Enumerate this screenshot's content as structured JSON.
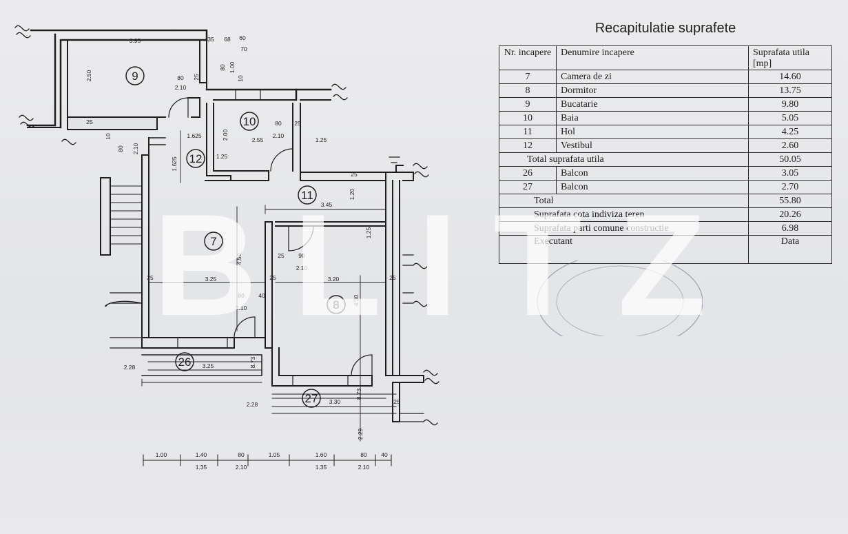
{
  "table": {
    "title": "Recapitulatie suprafete",
    "headers": {
      "nr": "Nr. incapere",
      "name": "Denumire incapere",
      "area": "Suprafata utila [mp]"
    },
    "rooms": [
      {
        "nr": "7",
        "name": "Camera de zi",
        "area": "14.60"
      },
      {
        "nr": "8",
        "name": "Dormitor",
        "area": "13.75"
      },
      {
        "nr": "9",
        "name": "Bucatarie",
        "area": "9.80"
      },
      {
        "nr": "10",
        "name": "Baia",
        "area": "5.05"
      },
      {
        "nr": "11",
        "name": "Hol",
        "area": "4.25"
      },
      {
        "nr": "12",
        "name": "Vestibul",
        "area": "2.60"
      }
    ],
    "total_useful": {
      "label": "Total suprafata utila",
      "value": "50.05"
    },
    "balconies": [
      {
        "nr": "26",
        "name": "Balcon",
        "area": "3.05"
      },
      {
        "nr": "27",
        "name": "Balcon",
        "area": "2.70"
      }
    ],
    "total": {
      "label": "Total",
      "value": "55.80"
    },
    "land_share": {
      "label": "Suprafata cota indiviza teren",
      "value": "20.26"
    },
    "common_parts": {
      "label": "Suprafata parti comune constructie",
      "value": "6.98"
    },
    "executant": {
      "label": "Executant",
      "date_label": "Data"
    }
  },
  "watermark": "BLITZ",
  "plan": {
    "rooms": [
      "9",
      "10",
      "12",
      "11",
      "7",
      "8",
      "26",
      "27"
    ],
    "dims": {
      "d395": "3.95",
      "d250": "2.50",
      "d80a": "80",
      "d210a": "2.10",
      "d35": "35",
      "d68": "68",
      "d60": "60",
      "d70": "70",
      "d100": "1.00",
      "d80b": "80",
      "d10a": "10",
      "d25a": "25",
      "d25b": "25",
      "d10b": "10",
      "d80c": "80",
      "d210b": "2.10",
      "d1625": "1.625",
      "d1625b": "1.625",
      "d255": "2.55",
      "d80d": "80",
      "d210c": "2.10",
      "d25c": "25",
      "d125a": "1.25",
      "d125b": "1.25",
      "d200": "2.00",
      "d345": "3.45",
      "d120": "1.20",
      "d25d": "25",
      "d125c": "1.25",
      "d450": "4.50",
      "d90": "90",
      "d210d": "2.10",
      "d25e": "25",
      "d320": "3.20",
      "d430": "4.30",
      "d25f": "25",
      "d325": "3.25",
      "d80e": "80",
      "d210e": "2.10",
      "d40": "40",
      "d25g": "25",
      "d25h": "25",
      "d325b": "3.25",
      "d873": "8.73",
      "d228": "2.28",
      "d228b": "2.28",
      "d330": "3.30",
      "d873b": "8.73",
      "d25i": "25",
      "d229": "2.29",
      "b100": "1.00",
      "b140": "1.40",
      "b80": "80",
      "b105": "1.05",
      "b160": "1.60",
      "b80b": "80",
      "b40": "40",
      "b135": "1.35",
      "b210": "2.10",
      "b135b": "1.35",
      "b210b": "2.10"
    }
  }
}
